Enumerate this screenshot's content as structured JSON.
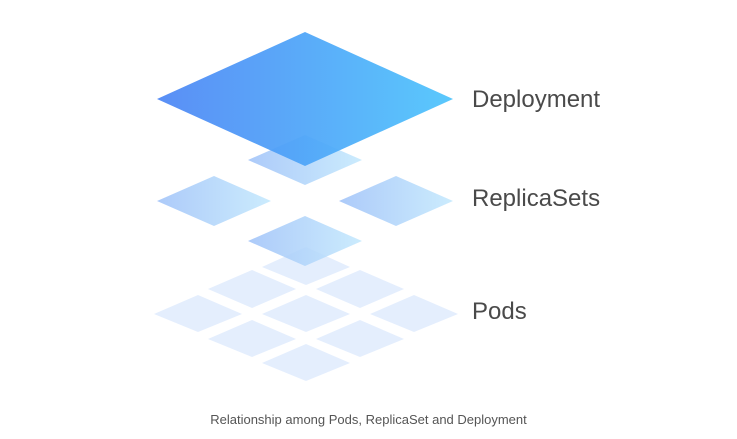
{
  "diagram": {
    "labels": {
      "deployment": "Deployment",
      "replicasets": "ReplicaSets",
      "pods": "Pods"
    },
    "caption": "Relationship among Pods, ReplicaSet and Deployment",
    "colors": {
      "deployment_gradient_start": "#4d86f5",
      "deployment_gradient_end": "#4ec4fc",
      "replicaset_gradient_start": "#9ec1f8",
      "replicaset_gradient_end": "#c2e8fd",
      "pod_fill": "#e1ecfd",
      "label_text": "#4a4a4a",
      "caption_text": "#555555"
    }
  }
}
